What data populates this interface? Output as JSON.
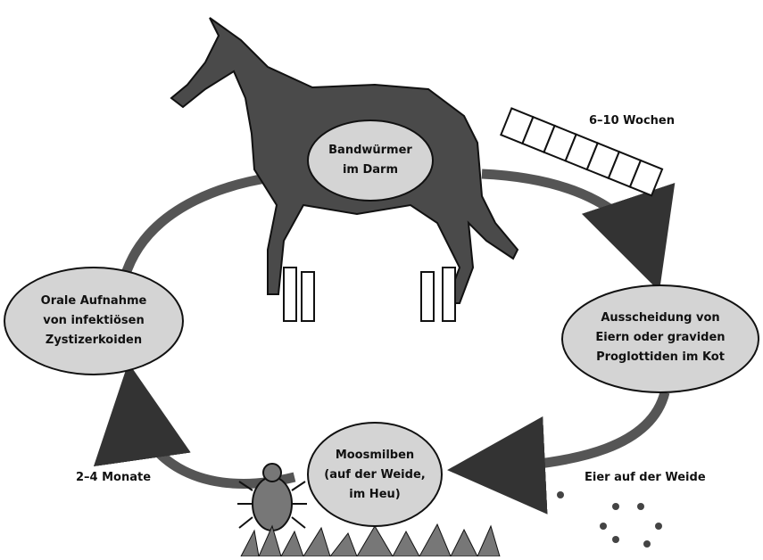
{
  "diagram": {
    "nodes": {
      "host": "Bandwürmer\nim Darm",
      "excretion": "Ausscheidung von\nEiern oder graviden\nProglottiden im Kot",
      "mites": "Moosmilben\n(auf der Weide,\nim Heu)",
      "ingestion": "Orale Aufnahme\nvon infektiösen\nZystizerkoiden"
    },
    "labels": {
      "duration_host": "6–10 Wochen",
      "eggs_pasture": "Eier auf der Weide",
      "duration_mites": "2–4 Monate"
    }
  },
  "colors": {
    "ink": "#111111",
    "node_fill": "#d4d4d4",
    "horse_body": "#4a4a4a",
    "arrow": "#555555"
  }
}
